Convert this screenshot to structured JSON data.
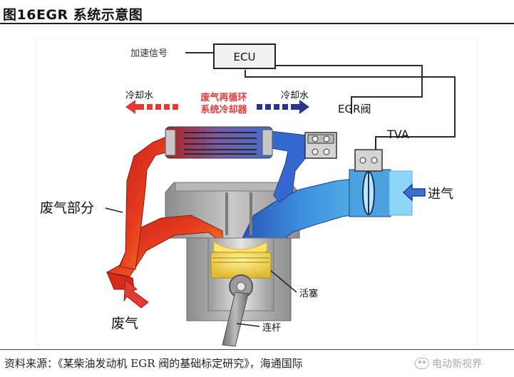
{
  "figure": {
    "title": "图16EGR 系统示意图",
    "source": "资料来源：《某柴油发动机 EGR 阀的基础标定研究》，海通国际",
    "watermark": "电动新视界"
  },
  "diagram": {
    "ecu": "ECU",
    "accel_signal": "加速信号",
    "coolant_left": "冷却水",
    "coolant_right": "冷却水",
    "cooler_line1": "废气再循环",
    "cooler_line2": "系统冷却器",
    "egr_valve": "EGR阀",
    "tva": "TVA",
    "exhaust_part": "废气部分",
    "intake": "进气",
    "exhaust": "废气",
    "piston": "活塞",
    "rod": "连杆"
  },
  "colors": {
    "hot": "#d8261c",
    "cool": "#2f63c9",
    "arrow_red": "#e53935",
    "arrow_blue": "#283593",
    "intake_blue": "#4fb3e8",
    "engine_gray": "#a9a9a9"
  }
}
